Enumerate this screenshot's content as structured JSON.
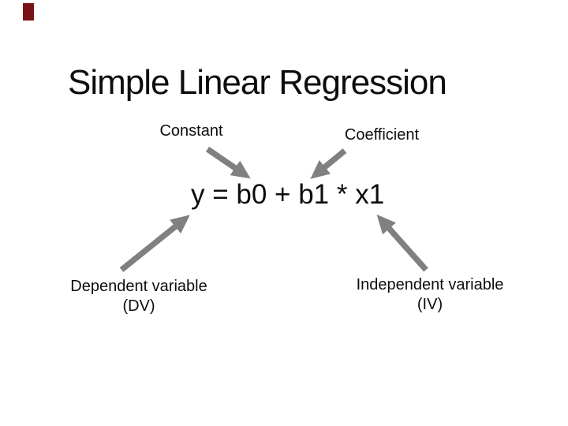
{
  "slide": {
    "title": "Simple Linear Regression",
    "equation": "y = b0 + b1 * x1",
    "callouts": {
      "constant": "Constant",
      "coefficient": "Coefficient",
      "dependent": {
        "line1": "Dependent variable",
        "line2": "(DV)"
      },
      "independent": {
        "line1": "Independent variable",
        "line2": "(IV)"
      }
    },
    "colors": {
      "background": "#ffffff",
      "text": "#0d0d0d",
      "arrow": "#808080",
      "corner_mark": "#7a1216"
    }
  }
}
